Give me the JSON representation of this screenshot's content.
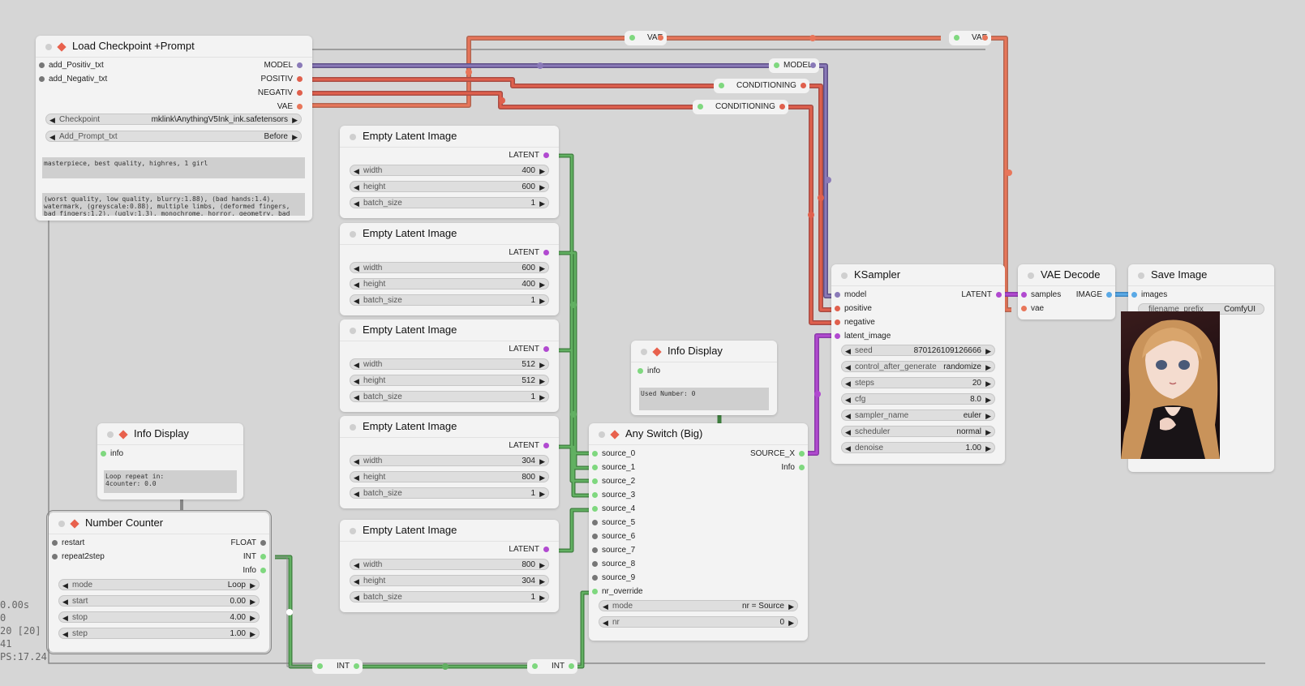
{
  "stats": [
    "0.00s",
    "0",
    "20 [20]",
    "41",
    "PS:17.24"
  ],
  "reroutes": {
    "vae1": "VAE",
    "vae2": "VAE",
    "model": "MODEL",
    "cond1": "CONDITIONING",
    "cond2": "CONDITIONING",
    "int1": "INT",
    "int2": "INT"
  },
  "load_checkpoint": {
    "title": "Load Checkpoint +Prompt",
    "inputs": [
      "add_Positiv_txt",
      "add_Negativ_txt"
    ],
    "outputs": [
      "MODEL",
      "POSITIV",
      "NEGATIV",
      "VAE"
    ],
    "checkpoint": {
      "name": "Checkpoint",
      "value": "mklink\\AnythingV5Ink_ink.safetensors"
    },
    "add_prompt": {
      "name": "Add_Prompt_txt",
      "value": "Before"
    },
    "positive_text": "masterpiece, best quality, highres, 1 girl",
    "negative_text": "(worst quality, low quality, blurry:1.88), (bad hands:1.4), watermark, (greyscale:0.88), multiple limbs, (deformed fingers, bad fingers:1.2), (ugly:1.3), monochrome, horror, geometry, bad"
  },
  "latents": [
    {
      "title": "Empty Latent Image",
      "output": "LATENT",
      "width": "400",
      "height": "600",
      "batch": "1"
    },
    {
      "title": "Empty Latent Image",
      "output": "LATENT",
      "width": "600",
      "height": "400",
      "batch": "1"
    },
    {
      "title": "Empty Latent Image",
      "output": "LATENT",
      "width": "512",
      "height": "512",
      "batch": "1"
    },
    {
      "title": "Empty Latent Image",
      "output": "LATENT",
      "width": "304",
      "height": "800",
      "batch": "1"
    },
    {
      "title": "Empty Latent Image",
      "output": "LATENT",
      "width": "800",
      "height": "304",
      "batch": "1"
    }
  ],
  "latent_labels": {
    "width": "width",
    "height": "height",
    "batch": "batch_size"
  },
  "info_display_1": {
    "title": "Info Display",
    "input": "info",
    "text": "Used Number: 0"
  },
  "info_display_2": {
    "title": "Info Display",
    "input": "info",
    "text": "Loop repeat in:\n4counter: 0.0"
  },
  "any_switch": {
    "title": "Any Switch (Big)",
    "inputs": [
      "source_0",
      "source_1",
      "source_2",
      "source_3",
      "source_4",
      "source_5",
      "source_6",
      "source_7",
      "source_8",
      "source_9",
      "nr_override"
    ],
    "outputs": [
      "SOURCE_X",
      "Info"
    ],
    "mode": {
      "name": "mode",
      "value": "nr = Source"
    },
    "nr": {
      "name": "nr",
      "value": "0"
    }
  },
  "number_counter": {
    "title": "Number Counter",
    "inputs": [
      "restart",
      "repeat2step"
    ],
    "outputs": [
      "FLOAT",
      "INT",
      "Info"
    ],
    "widgets": [
      {
        "name": "mode",
        "value": "Loop"
      },
      {
        "name": "start",
        "value": "0.00"
      },
      {
        "name": "stop",
        "value": "4.00"
      },
      {
        "name": "step",
        "value": "1.00"
      }
    ]
  },
  "ksampler": {
    "title": "KSampler",
    "inputs": [
      "model",
      "positive",
      "negative",
      "latent_image"
    ],
    "output": "LATENT",
    "widgets": [
      {
        "name": "seed",
        "value": "870126109126666"
      },
      {
        "name": "control_after_generate",
        "value": "randomize"
      },
      {
        "name": "steps",
        "value": "20"
      },
      {
        "name": "cfg",
        "value": "8.0"
      },
      {
        "name": "sampler_name",
        "value": "euler"
      },
      {
        "name": "scheduler",
        "value": "normal"
      },
      {
        "name": "denoise",
        "value": "1.00"
      }
    ]
  },
  "vae_decode": {
    "title": "VAE Decode",
    "inputs": [
      "samples",
      "vae"
    ],
    "output": "IMAGE"
  },
  "save_image": {
    "title": "Save Image",
    "input": "images",
    "filename_prefix": {
      "name": "filename_prefix",
      "value": "ComfyUI"
    }
  },
  "colors": {
    "model": "#7b68a6",
    "clip": "#e0604d",
    "vae": "#e8765a",
    "latent": "#b14ad0",
    "image": "#5aa9e6",
    "int": "#53a353",
    "any": "#7fd87f"
  }
}
